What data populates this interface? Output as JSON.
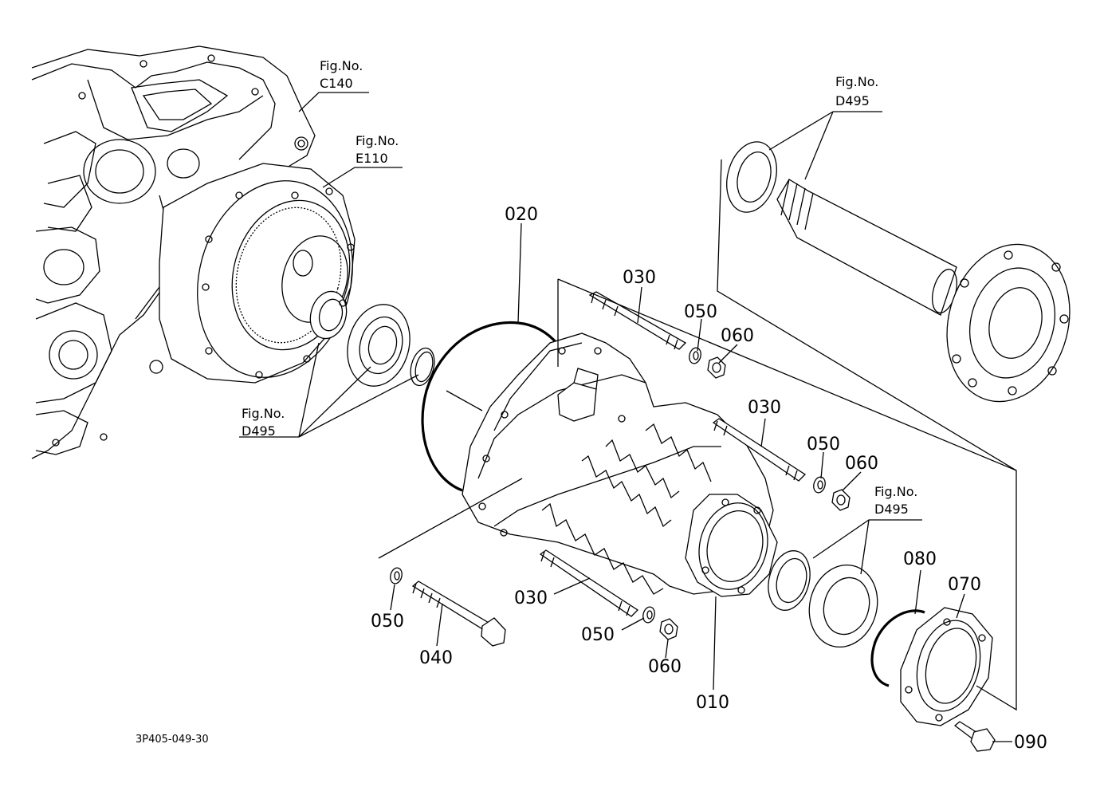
{
  "figure_refs": {
    "c140": {
      "line1": "Fig.No.",
      "line2": "C140"
    },
    "e110": {
      "line1": "Fig.No.",
      "line2": "E110"
    },
    "d495_top": {
      "line1": "Fig.No.",
      "line2": "D495"
    },
    "d495_left": {
      "line1": "Fig.No.",
      "line2": "D495"
    },
    "d495_right": {
      "line1": "Fig.No.",
      "line2": "D495"
    }
  },
  "parts": {
    "p010": "010",
    "p020": "020",
    "p030_a": "030",
    "p030_b": "030",
    "p030_c": "030",
    "p040": "040",
    "p050_a": "050",
    "p050_b": "050",
    "p050_c": "050",
    "p050_d": "050",
    "p060_a": "060",
    "p060_b": "060",
    "p060_c": "060",
    "p070": "070",
    "p080": "080",
    "p090": "090"
  },
  "drawing_code": "3P405-049-30"
}
